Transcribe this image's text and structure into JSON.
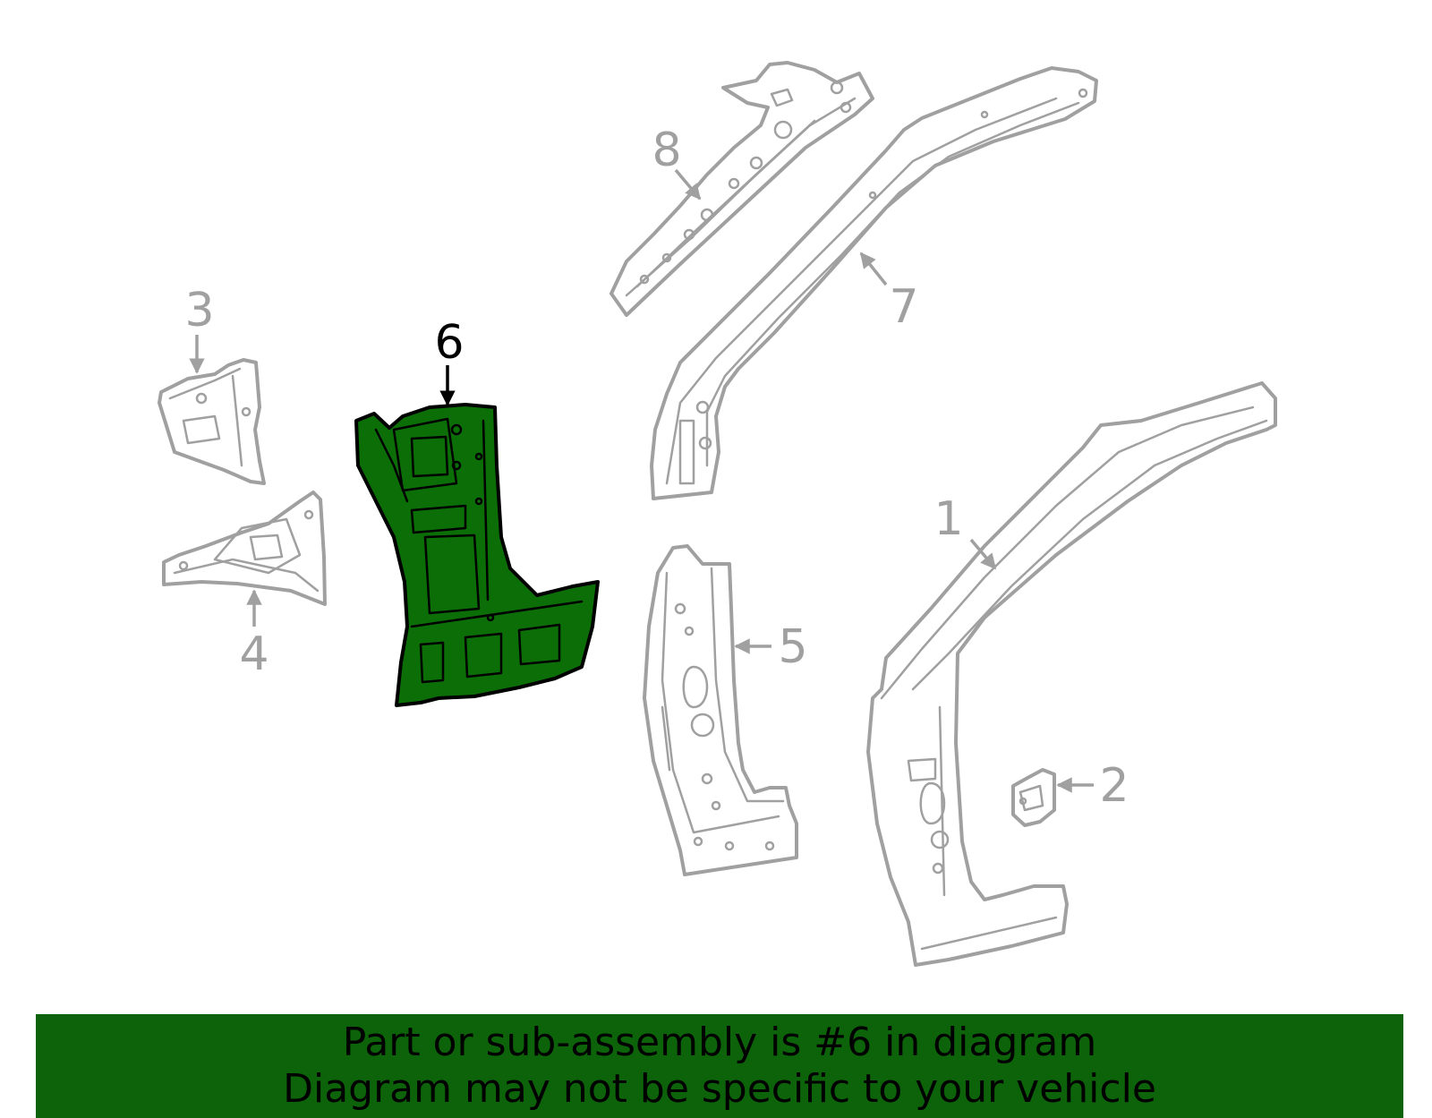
{
  "colors": {
    "highlight": "#0b6e07",
    "parts": "#a0a0a0",
    "highlight_label": "#000000",
    "banner_bg": "#0c6309",
    "banner_text": "#000000"
  },
  "callouts": [
    {
      "id": "1",
      "label": "1",
      "highlighted": false
    },
    {
      "id": "2",
      "label": "2",
      "highlighted": false
    },
    {
      "id": "3",
      "label": "3",
      "highlighted": false
    },
    {
      "id": "4",
      "label": "4",
      "highlighted": false
    },
    {
      "id": "5",
      "label": "5",
      "highlighted": false
    },
    {
      "id": "6",
      "label": "6",
      "highlighted": true
    },
    {
      "id": "7",
      "label": "7",
      "highlighted": false
    },
    {
      "id": "8",
      "label": "8",
      "highlighted": false
    }
  ],
  "banner": {
    "line1": "Part or sub-assembly is #6 in diagram",
    "line2": "Diagram may not be specific to your vehicle"
  }
}
